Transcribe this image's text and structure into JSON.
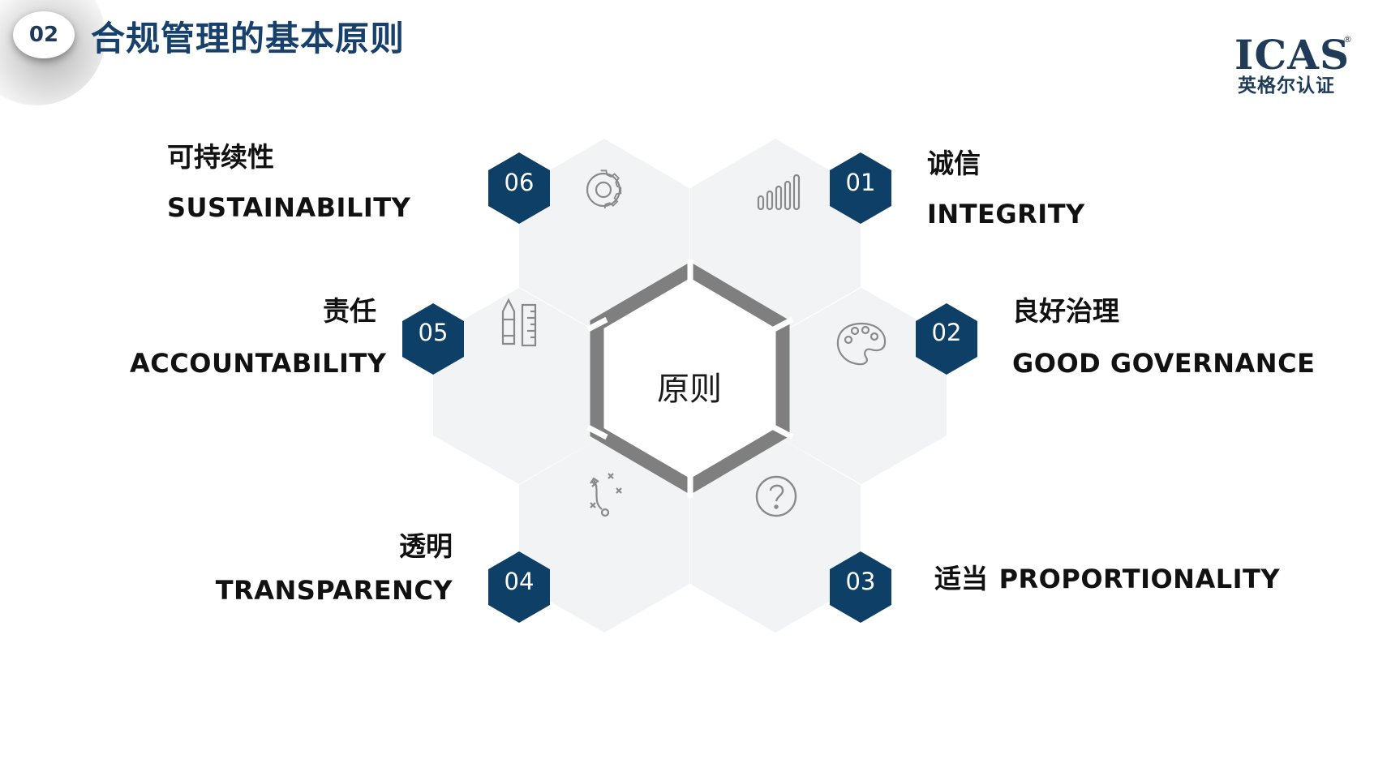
{
  "header": {
    "section_number": "02",
    "title": "合规管理的基本原则"
  },
  "logo": {
    "mark": "ICAS",
    "registered": "®",
    "subtitle": "英格尔认证"
  },
  "center": {
    "label": "原则"
  },
  "principles": [
    {
      "number": "01",
      "cn": "诚信",
      "en": "INTEGRITY",
      "icon": "bar-chart-icon"
    },
    {
      "number": "02",
      "cn": "良好治理",
      "en": "GOOD GOVERNANCE",
      "icon": "palette-icon"
    },
    {
      "number": "03",
      "cn": "适当",
      "en": "PROPORTIONALITY",
      "icon": "question-icon"
    },
    {
      "number": "04",
      "cn": "透明",
      "en": "TRANSPARENCY",
      "icon": "strategy-icon"
    },
    {
      "number": "05",
      "cn": "责任",
      "en": "ACCOUNTABILITY",
      "icon": "pencil-ruler-icon"
    },
    {
      "number": "06",
      "cn": "可持续性",
      "en": "SUSTAINABILITY",
      "icon": "gear-icon"
    }
  ],
  "colors": {
    "title": "#17406a",
    "badge": "#0e3f66",
    "hex_fill": "#f2f3f5",
    "center_ring": "#7f7f7f",
    "icon": "#8a8a8a"
  }
}
